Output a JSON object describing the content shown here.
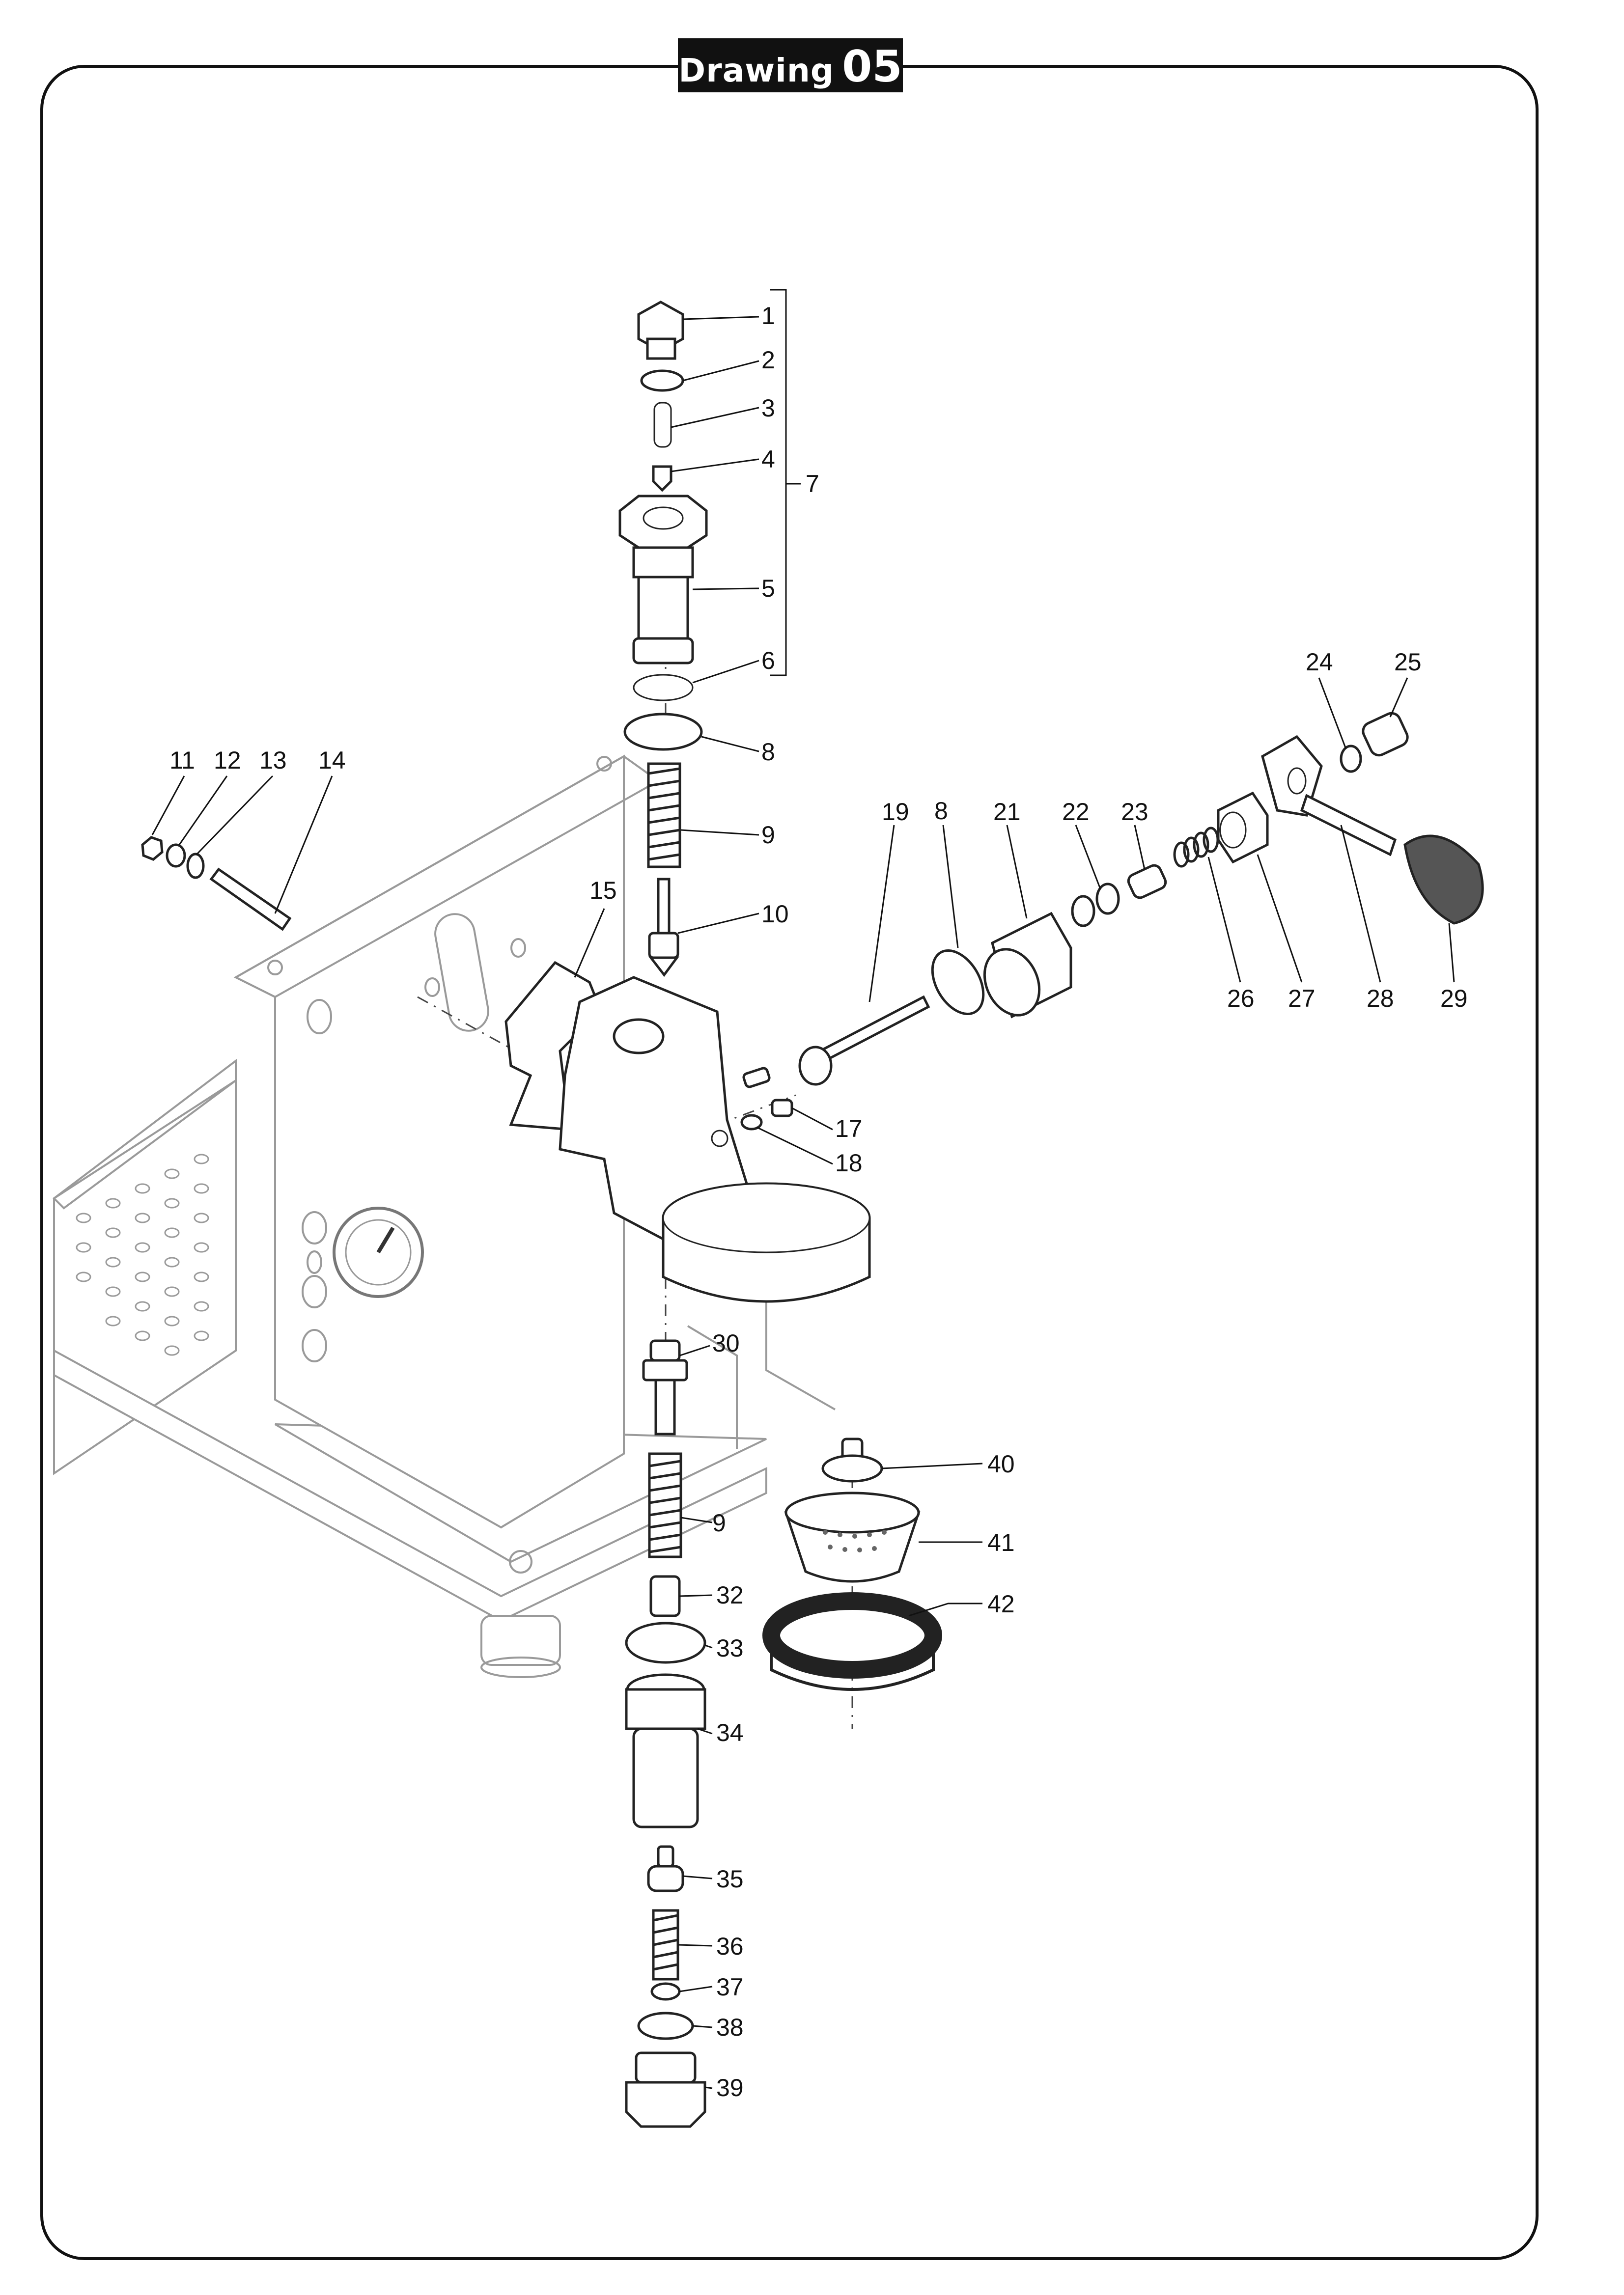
{
  "title": {
    "word": "Drawing",
    "number": "05"
  },
  "callouts": [
    {
      "id": "c1",
      "text": "1"
    },
    {
      "id": "c2",
      "text": "2"
    },
    {
      "id": "c3",
      "text": "3"
    },
    {
      "id": "c4",
      "text": "4"
    },
    {
      "id": "c5",
      "text": "5"
    },
    {
      "id": "c6",
      "text": "6"
    },
    {
      "id": "c7",
      "text": "7"
    },
    {
      "id": "c8",
      "text": "8"
    },
    {
      "id": "c8b",
      "text": "8"
    },
    {
      "id": "c9",
      "text": "9"
    },
    {
      "id": "c9b",
      "text": "9"
    },
    {
      "id": "c10",
      "text": "10"
    },
    {
      "id": "c11",
      "text": "11"
    },
    {
      "id": "c12",
      "text": "12"
    },
    {
      "id": "c13",
      "text": "13"
    },
    {
      "id": "c14",
      "text": "14"
    },
    {
      "id": "c15",
      "text": "15"
    },
    {
      "id": "c17",
      "text": "17"
    },
    {
      "id": "c18",
      "text": "18"
    },
    {
      "id": "c19",
      "text": "19"
    },
    {
      "id": "c21",
      "text": "21"
    },
    {
      "id": "c22",
      "text": "22"
    },
    {
      "id": "c23",
      "text": "23"
    },
    {
      "id": "c24",
      "text": "24"
    },
    {
      "id": "c25",
      "text": "25"
    },
    {
      "id": "c26",
      "text": "26"
    },
    {
      "id": "c27",
      "text": "27"
    },
    {
      "id": "c28",
      "text": "28"
    },
    {
      "id": "c29",
      "text": "29"
    },
    {
      "id": "c30",
      "text": "30"
    },
    {
      "id": "c32",
      "text": "32"
    },
    {
      "id": "c33",
      "text": "33"
    },
    {
      "id": "c34",
      "text": "34"
    },
    {
      "id": "c35",
      "text": "35"
    },
    {
      "id": "c36",
      "text": "36"
    },
    {
      "id": "c37",
      "text": "37"
    },
    {
      "id": "c38",
      "text": "38"
    },
    {
      "id": "c39",
      "text": "39"
    },
    {
      "id": "c40",
      "text": "40"
    },
    {
      "id": "c41",
      "text": "41"
    },
    {
      "id": "c42",
      "text": "42"
    }
  ]
}
